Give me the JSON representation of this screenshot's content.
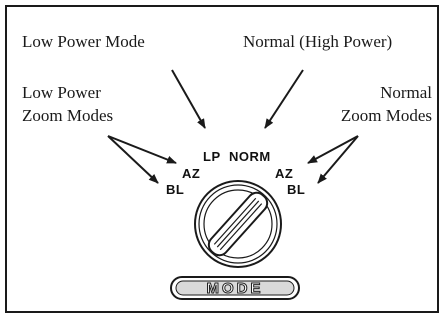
{
  "callouts": {
    "low_power_mode": "Low Power Mode",
    "normal_high_power": "Normal (High Power)",
    "low_power_zoom_line1": "Low Power",
    "low_power_zoom_line2": "Zoom Modes",
    "normal_zoom_line1": "Normal",
    "normal_zoom_line2": "Zoom Modes"
  },
  "switch_positions": {
    "lp": "LP",
    "norm": "NORM",
    "az_left": "AZ",
    "bl_left": "BL",
    "az_right": "AZ",
    "bl_right": "BL"
  },
  "panel_label": "MODE",
  "colors": {
    "ink": "#1a1a1a",
    "background": "#ffffff"
  }
}
